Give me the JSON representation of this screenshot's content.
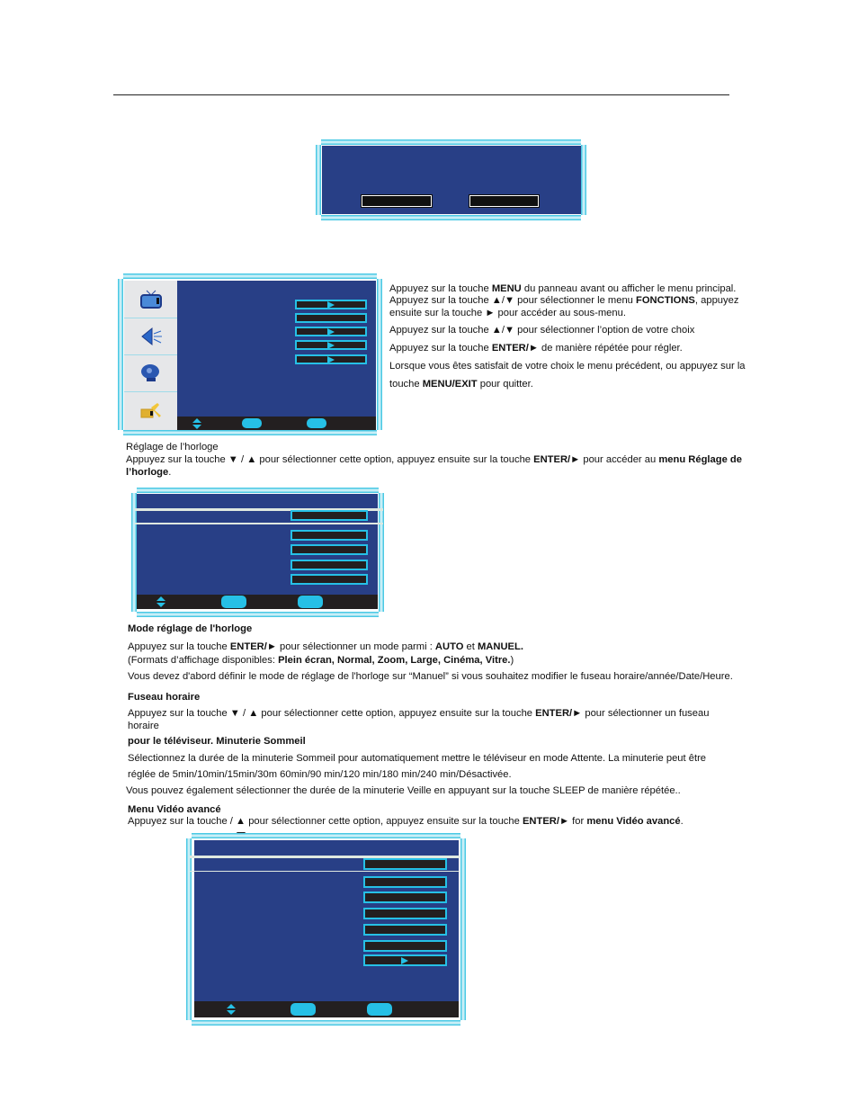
{
  "intro": [
    [
      {
        "t": "Appuyez sur la touche "
      },
      {
        "t": "MENU",
        "b": 1
      },
      {
        "t": " du panneau avant ou afficher le menu principal."
      }
    ],
    [
      {
        "t": "Appuyez sur la touche ▲/▼ pour sélectionner le menu "
      },
      {
        "t": "FONCTIONS",
        "b": 1
      },
      {
        "t": ", appuyez"
      }
    ],
    [
      {
        "t": "ensuite sur la touche ► pour accéder au sous-menu."
      }
    ],
    [
      {
        "t": "Appuyez sur la touche ▲/▼ pour sélectionner l’option de votre choix"
      }
    ],
    [
      {
        "t": "Appuyez sur la touche "
      },
      {
        "t": "ENTER/►",
        "b": 1
      },
      {
        "t": " de manière répétée pour régler."
      }
    ],
    [
      {
        "t": "Lorsque vous êtes satisfait de votre choix le menu précédent, ou appuyez sur la"
      }
    ],
    [
      {
        "t": "touche "
      },
      {
        "t": "MENU/EXIT",
        "b": 1
      },
      {
        "t": " pour quitter."
      }
    ]
  ],
  "clock": [
    [
      {
        "t": "Réglage de l’horloge"
      }
    ],
    [
      {
        "t": "Appuyez sur la touche ▼ / ▲ pour sélectionner cette option, appuyez ensuite sur la touche "
      },
      {
        "t": "ENTER/►",
        "b": 1
      },
      {
        "t": " pour accéder au "
      },
      {
        "t": "menu Réglage de",
        "b": 1
      }
    ],
    [
      {
        "t": "l’horloge",
        "b": 1
      },
      {
        "t": "."
      }
    ]
  ],
  "body": [
    [
      {
        "t": "Mode réglage de l'horloge",
        "b": 1
      }
    ],
    [
      {
        "t": "Appuyez sur la touche "
      },
      {
        "t": "ENTER/►",
        "b": 1
      },
      {
        "t": " pour sélectionner un mode parmi : "
      },
      {
        "t": "AUTO",
        "b": 1
      },
      {
        "t": " et "
      },
      {
        "t": "MANUEL.",
        "b": 1
      }
    ],
    [
      {
        "t": "(Formats d’affichage disponibles: "
      },
      {
        "t": "Plein écran, Normal, Zoom, Large, Cinéma, Vitre.",
        "b": 1
      },
      {
        "t": ")"
      }
    ],
    [
      {
        "t": "Vous devez d'abord définir le mode de réglage de l'horloge sur “Manuel” si vous souhaitez modifier le fuseau horaire/année/Date/Heure."
      }
    ],
    [
      {
        "t": "Fuseau horaire",
        "b": 1
      }
    ],
    [
      {
        "t": "Appuyez sur la touche ▼ / ▲ pour sélectionner cette option, appuyez ensuite sur la touche "
      },
      {
        "t": "ENTER/►",
        "b": 1
      },
      {
        "t": " pour sélectionner un fuseau"
      }
    ],
    [
      {
        "t": " horaire"
      }
    ],
    [
      {
        "t": "pour le téléviseur. Minuterie Sommeil",
        "b": 1
      }
    ],
    [
      {
        "t": "Sélectionnez la durée de la minuterie Sommeil pour automatiquement mettre le téléviseur en mode Attente. La minuterie peut être"
      }
    ],
    [
      {
        "t": "réglée de 5min/10min/15min/30m 60min/90 min/120 min/180 min/240 min/Désactivée."
      }
    ],
    [
      {
        "t": "Vous pouvez également sélectionner the durée de la minuterie Veille en appuyant sur la touche SLEEP de manière répétée.."
      }
    ],
    [
      {
        "t": "Menu Vidéo avancé",
        "b": 1
      }
    ],
    [
      {
        "t": "Appuyez sur la touche      / ▲ pour sélectionner cette option, appuyez ensuite sur la touche "
      },
      {
        "t": "ENTER/►",
        "b": 1
      },
      {
        "t": " for "
      },
      {
        "t": "menu Vidéo avancé",
        "b": 1
      },
      {
        "t": "."
      }
    ]
  ],
  "colors": {
    "menu_bg": "#283f86",
    "accent": "#26c0e6",
    "bar": "#231f20"
  }
}
